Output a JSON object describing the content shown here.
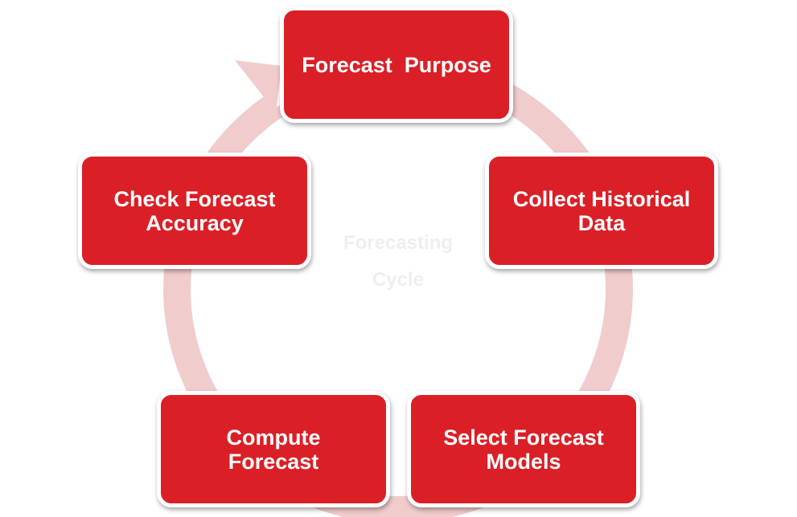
{
  "diagram": {
    "center_label": "Forecasting\nCycle",
    "steps": [
      {
        "label": "Forecast  Purpose"
      },
      {
        "label": "Collect Historical\nData"
      },
      {
        "label": "Select Forecast\nModels"
      },
      {
        "label": "Compute\nForecast"
      },
      {
        "label": "Check Forecast\nAccuracy"
      }
    ],
    "colors": {
      "box_fill": "#da1f26",
      "box_text": "#ffffff",
      "ring": "#f1cccc",
      "center_text": "#f1eded"
    }
  }
}
